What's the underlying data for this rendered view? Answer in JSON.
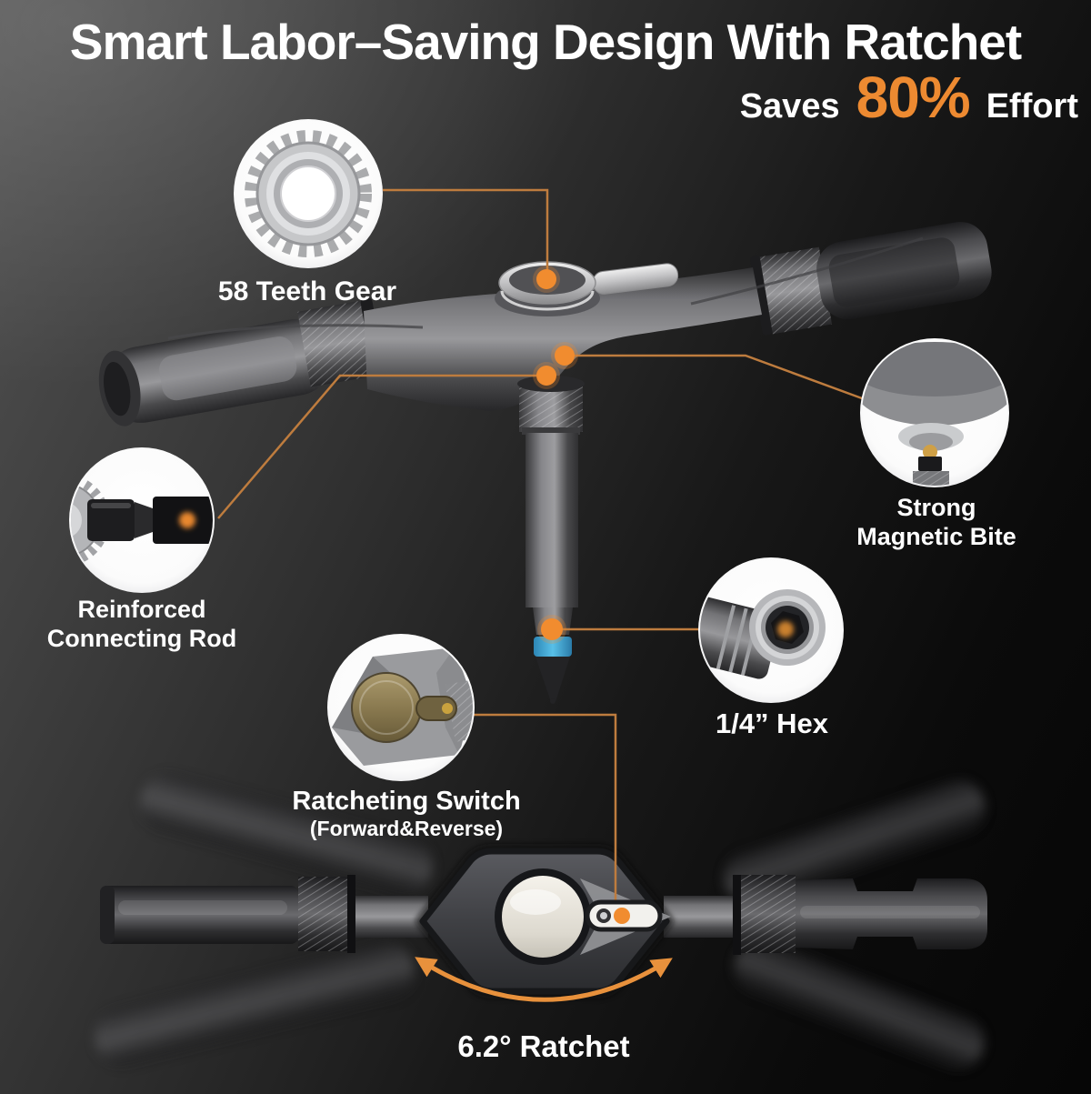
{
  "header": {
    "title": "Smart Labor–Saving Design With Ratchet",
    "savings": {
      "prefix": "Saves",
      "highlight": "80%",
      "suffix": "Effort"
    }
  },
  "callouts": {
    "gear": {
      "label": "58 Teeth Gear"
    },
    "rod": {
      "line1": "Reinforced",
      "line2": "Connecting Rod"
    },
    "magnet": {
      "line1": "Strong",
      "line2": "Magnetic Bite"
    },
    "hex": {
      "label": "1/4” Hex"
    },
    "switch": {
      "line1": "Ratcheting Switch",
      "line2": "(Forward&Reverse)"
    },
    "ratchet": {
      "label": "6.2° Ratchet"
    }
  },
  "icons": {
    "gear_closeup": "gear-closeup-icon",
    "rod_closeup": "connecting-rod-closeup-icon",
    "magnet_closeup": "magnetic-bite-closeup-icon",
    "hex_closeup": "quarter-inch-hex-closeup-icon",
    "switch_closeup": "ratcheting-switch-closeup-icon",
    "rotation_arrow": "ratchet-rotation-arrow-icon"
  },
  "colors": {
    "accent_orange": "#ED8A31",
    "dot_orange": "#F18C2F",
    "connector_line": "#BE7C3E",
    "arrow_orange": "#E8913C",
    "bit_band_blue": "#3FA8D6",
    "text_white": "#FFFFFF",
    "background_dark": "#0B0B0B"
  }
}
